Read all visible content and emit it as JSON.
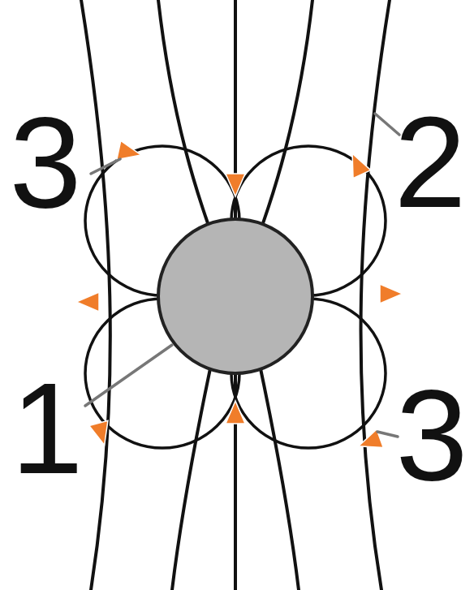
{
  "diagram": {
    "labels": [
      "3",
      "2",
      "1",
      "3"
    ]
  }
}
